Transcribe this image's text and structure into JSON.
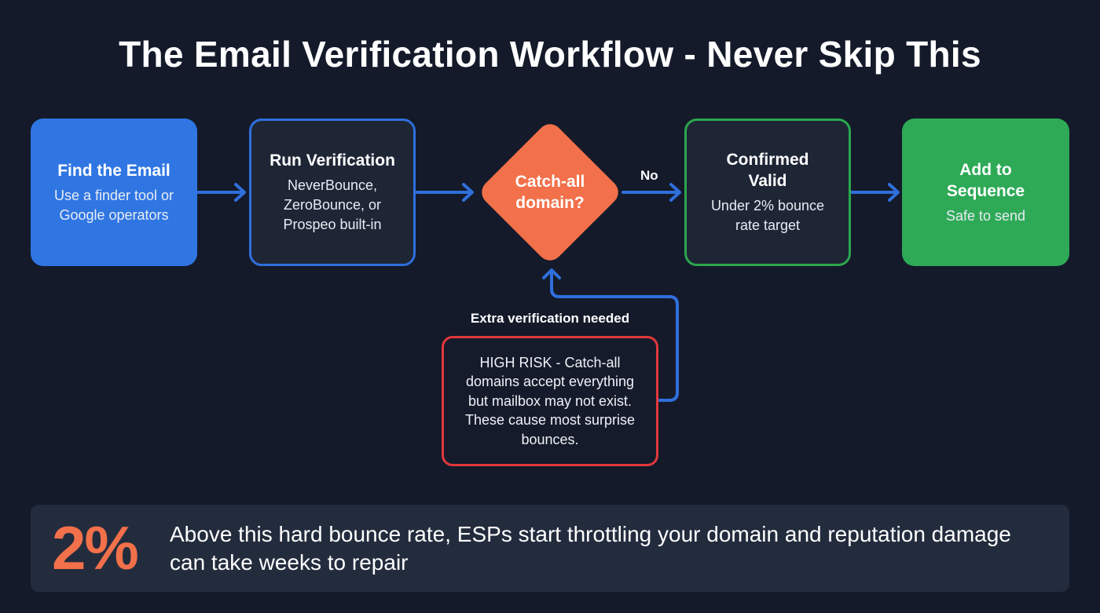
{
  "title": "The Email Verification Workflow - Never Skip This",
  "steps": [
    {
      "heading": "Find the Email",
      "sub": "Use a finder tool or Google operators",
      "color": "#2f76e3"
    },
    {
      "heading": "Run Verification",
      "sub": "NeverBounce, ZeroBounce, or Prospeo built-in",
      "color": "#2f6fdc"
    },
    {
      "heading": "Catch-all domain?",
      "type": "decision",
      "color": "#f2704a"
    },
    {
      "heading": "Confirmed Valid",
      "sub": "Under 2% bounce rate target",
      "color": "#2ba64e"
    },
    {
      "heading": "Add to Sequence",
      "sub": "Safe to send",
      "color": "#2eaa57"
    }
  ],
  "branch": {
    "no_label": "No",
    "yes_label": "Extra verification needed",
    "risk_text": "HIGH RISK - Catch-all domains accept everything but mailbox may not exist. These cause most surprise bounces.",
    "risk_color": "#e2383b"
  },
  "callout": {
    "stat": "2%",
    "text": "Above this hard bounce rate, ESPs start throttling your domain and reputation damage can take weeks to repair",
    "stat_color": "#f2704a"
  }
}
